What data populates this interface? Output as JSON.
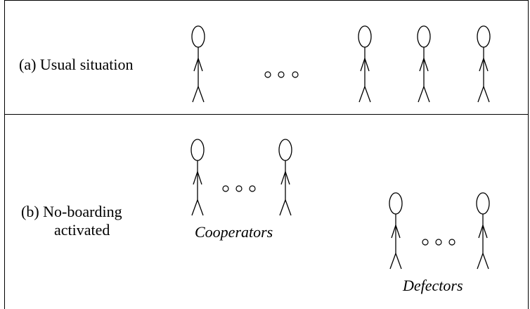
{
  "panel_a": {
    "label": "(a) Usual situation"
  },
  "panel_b": {
    "label_line1": "(b) No-boarding",
    "label_line2": "activated",
    "cooperators_caption": "Cooperators",
    "defectors_caption": "Defectors"
  }
}
